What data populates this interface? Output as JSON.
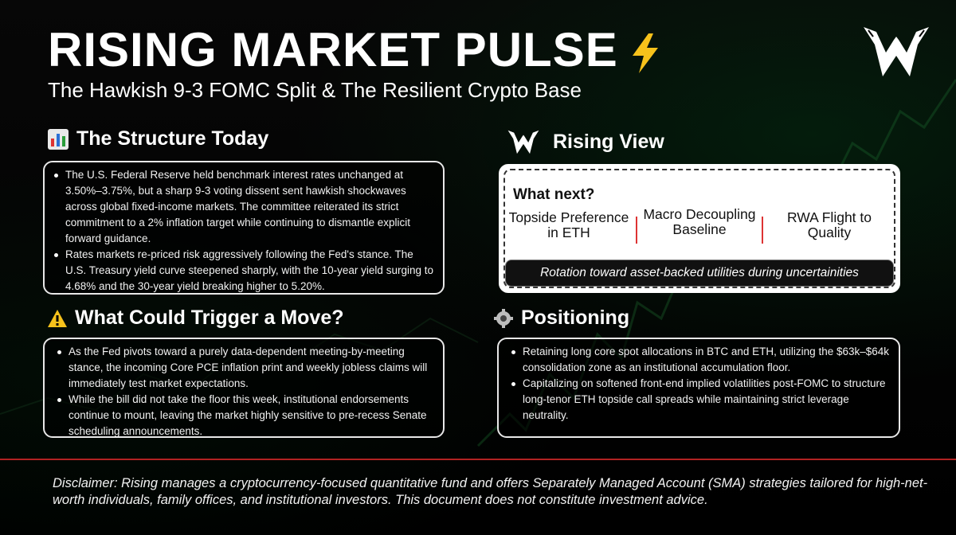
{
  "header": {
    "title": "RISING MARKET PULSE",
    "subtitle": "The Hawkish 9-3 FOMC Split & The Resilient Crypto Base"
  },
  "sections": {
    "structure": {
      "title": "The Structure Today",
      "bullets": [
        "The U.S. Federal Reserve held benchmark interest rates unchanged at 3.50%–3.75%, but a sharp 9-3 voting dissent sent hawkish shockwaves across global fixed-income markets. The committee reiterated its strict commitment to a 2% inflation target while continuing to dismantle explicit forward guidance.",
        "Rates markets re-priced risk aggressively following the Fed's stance. The U.S. Treasury yield curve steepened sharply, with the 10-year yield surging to 4.68% and the 30-year yield breaking higher to 5.20%."
      ]
    },
    "trigger": {
      "title": "What Could Trigger a Move?",
      "bullets": [
        "As the Fed pivots toward a purely data-dependent meeting-by-meeting stance, the incoming Core PCE inflation print and weekly jobless claims will immediately test market expectations.",
        "While the bill did not take the floor this week, institutional endorsements continue to mount, leaving the market highly sensitive to pre-recess Senate scheduling announcements."
      ]
    },
    "view": {
      "title": "Rising View",
      "what_next": "What next?",
      "columns": [
        "Topside Preference in ETH",
        "Macro Decoupling Baseline",
        "RWA Flight to Quality"
      ],
      "footer": "Rotation toward asset-backed utilities during uncertainities"
    },
    "positioning": {
      "title": "Positioning",
      "bullets": [
        "Retaining long core spot allocations in BTC and ETH, utilizing the $63k–$64k consolidation zone as an institutional accumulation floor.",
        "Capitalizing on softened front-end implied volatilities post-FOMC to structure long-tenor ETH topside call spreads while maintaining strict leverage neutrality."
      ]
    }
  },
  "disclaimer": "Disclaimer: Rising manages a cryptocurrency-focused quantitative fund and offers Separately Managed Account (SMA) strategies tailored for high-net-worth individuals, family offices, and institutional investors. This document does not constitute investment advice.",
  "icons": {
    "title_icon": "lightning-bolt-icon",
    "structure_icon": "bar-chart-icon",
    "trigger_icon": "warning-icon",
    "view_icon": "rising-logo-icon",
    "positioning_icon": "gear-icon"
  },
  "colors": {
    "background": "#000000",
    "accent_red": "#b22222",
    "bolt_yellow": "#f7c21b",
    "text": "#ffffff"
  }
}
